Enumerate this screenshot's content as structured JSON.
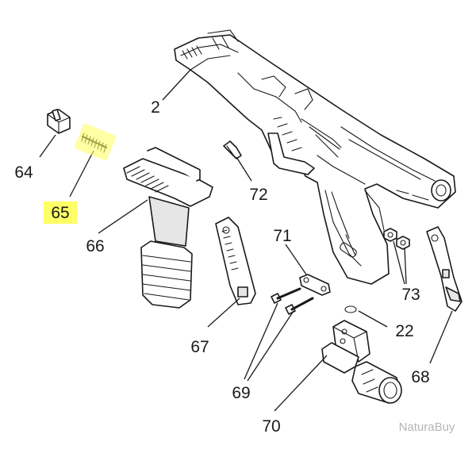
{
  "diagram": {
    "parts": [
      {
        "id": "p2",
        "label": "2"
      },
      {
        "id": "p64",
        "label": "64"
      },
      {
        "id": "p65",
        "label": "65"
      },
      {
        "id": "p66",
        "label": "66"
      },
      {
        "id": "p67",
        "label": "67"
      },
      {
        "id": "p68",
        "label": "68"
      },
      {
        "id": "p69",
        "label": "69"
      },
      {
        "id": "p70",
        "label": "70"
      },
      {
        "id": "p71",
        "label": "71"
      },
      {
        "id": "p72",
        "label": "72"
      },
      {
        "id": "p73",
        "label": "73"
      },
      {
        "id": "p22",
        "label": "22"
      }
    ],
    "highlight_color": "#ffff66",
    "highlighted_part": "65"
  },
  "watermark": "NaturaBuy"
}
